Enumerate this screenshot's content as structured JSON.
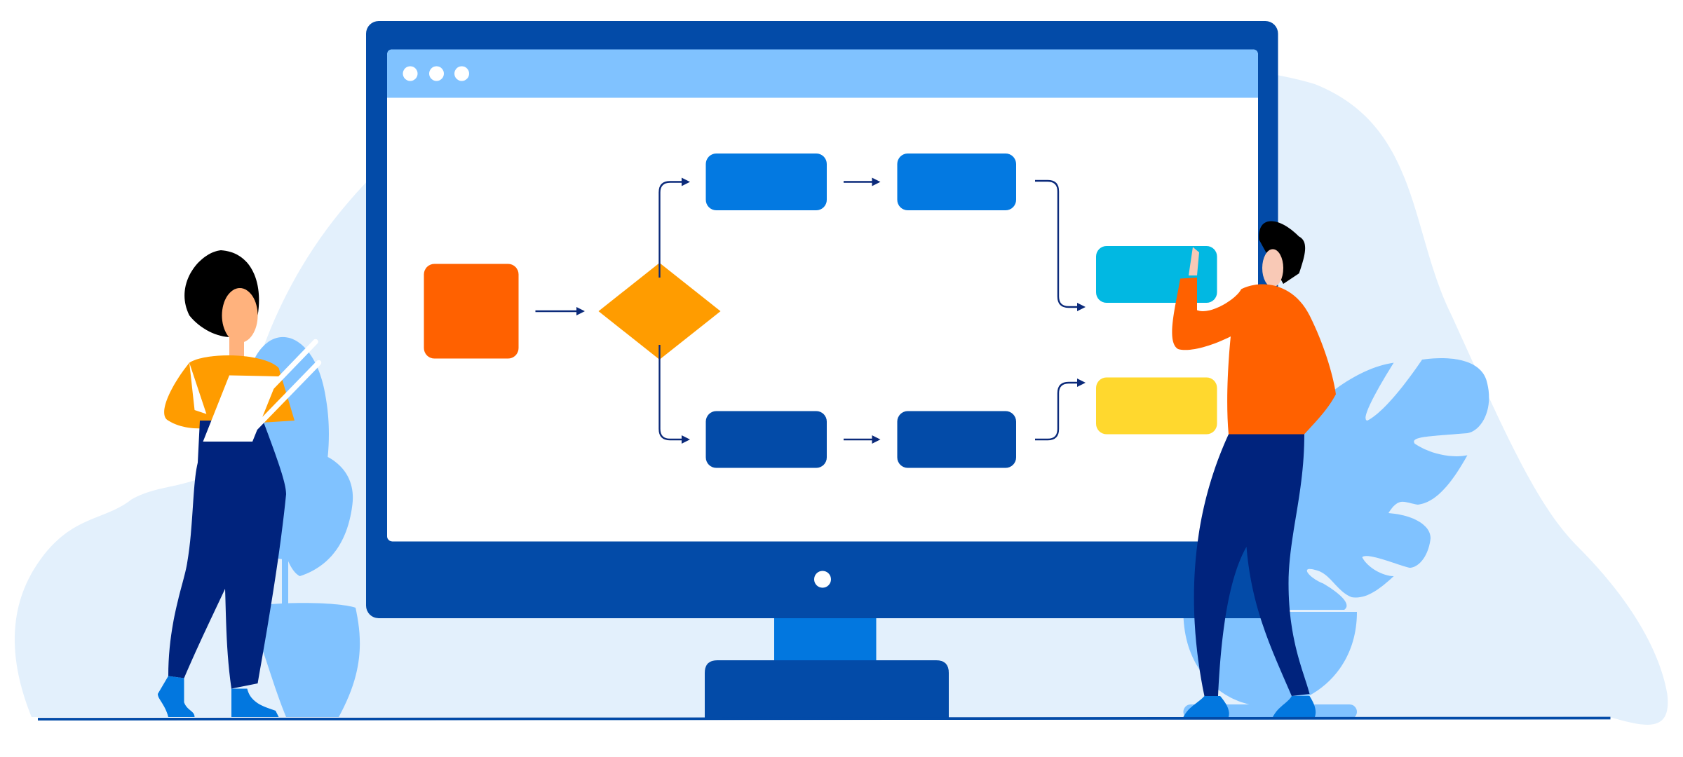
{
  "illustration": {
    "subject": "flowchart-on-monitor",
    "window_dots": 3,
    "flowchart": {
      "nodes": [
        {
          "id": "start",
          "shape": "rounded-rect",
          "color": "#ff6100"
        },
        {
          "id": "decision",
          "shape": "diamond",
          "color": "#ff9c00"
        },
        {
          "id": "top-1",
          "shape": "rounded-rect",
          "color": "#0379e1"
        },
        {
          "id": "top-2",
          "shape": "rounded-rect",
          "color": "#0379e1"
        },
        {
          "id": "bottom-1",
          "shape": "rounded-rect",
          "color": "#034ba8"
        },
        {
          "id": "bottom-2",
          "shape": "rounded-rect",
          "color": "#034ba8"
        },
        {
          "id": "end-top",
          "shape": "rounded-rect",
          "color": "#01b8e2"
        },
        {
          "id": "end-bottom",
          "shape": "rounded-rect",
          "color": "#ffd82e"
        }
      ],
      "edges": [
        [
          "start",
          "decision"
        ],
        [
          "decision",
          "top-1"
        ],
        [
          "decision",
          "bottom-1"
        ],
        [
          "top-1",
          "top-2"
        ],
        [
          "bottom-1",
          "bottom-2"
        ],
        [
          "top-2",
          "end-top"
        ],
        [
          "bottom-2",
          "end-bottom"
        ]
      ],
      "arrow_color": "#0b2a7a"
    },
    "colors": {
      "monitor": "#034ba8",
      "titlebar": "#80c2ff",
      "stand": "#0277df",
      "background_blob": "#e3f0fc",
      "plant": "#80c2ff",
      "pants": "#00237d",
      "shirt_woman": "#ff9c00",
      "shirt_man": "#ff6100"
    }
  }
}
